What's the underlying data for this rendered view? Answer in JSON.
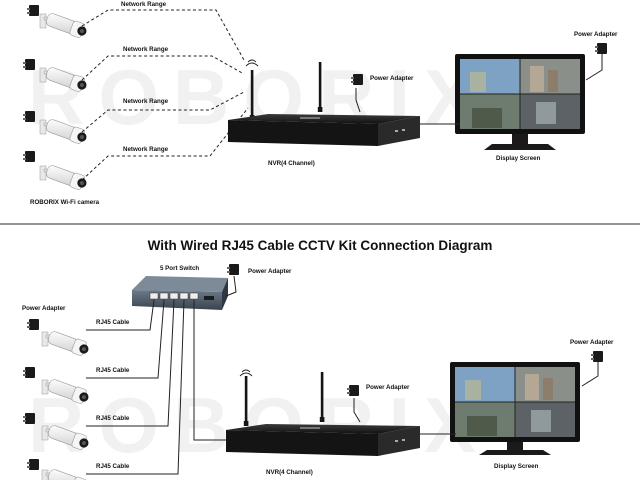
{
  "watermark": "ROBORIX",
  "wifi_kit": {
    "network_label": "Network Range",
    "camera_label": "ROBORIX Wi-Fi camera",
    "nvr_label": "NVR(4 Channel)",
    "nvr_power_label": "Power Adapter",
    "display_power_label": "Power Adapter",
    "display_label": "Display Screen"
  },
  "wired_kit": {
    "title": "With Wired RJ45 Cable CCTV Kit Connection Diagram",
    "switch_label": "5 Port Switch",
    "switch_power_label": "Power Adapter",
    "camera_power_label": "Power Adapter",
    "cable_label": "RJ45 Cable",
    "nvr_label": "NVR(4 Channel)",
    "nvr_power_label": "Power Adapter",
    "display_power_label": "Power Adapter",
    "display_label": "Display Screen"
  },
  "colors": {
    "device_black": "#1d1d1d",
    "camera_white": "#f2f2f2",
    "switch_blue": "#4a5868",
    "sky_blue": "#7fa9d3",
    "divider": "#555555"
  }
}
